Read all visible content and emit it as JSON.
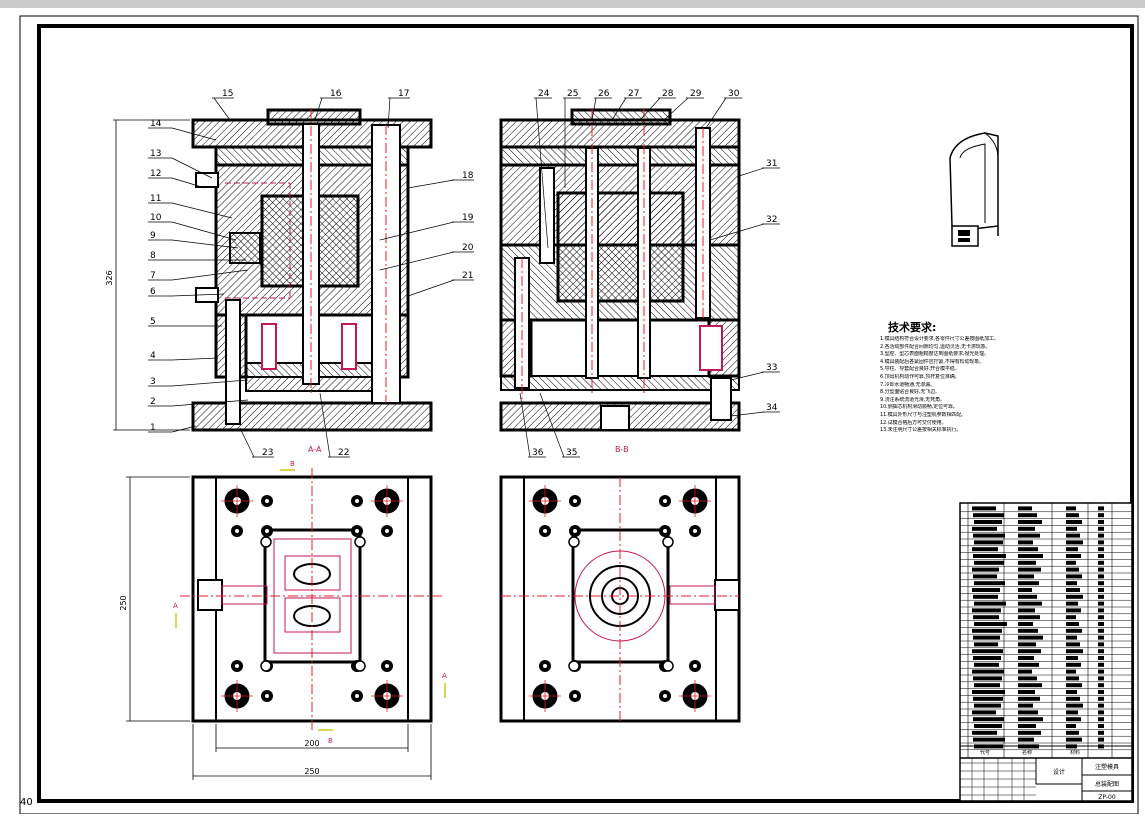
{
  "sheet": {
    "corner_mark": "40"
  },
  "views": {
    "section_a_label": "A-A",
    "section_b_label": "B-B",
    "cut_label_a": "A",
    "cut_label_b": "B"
  },
  "dimensions": {
    "height_main": "326",
    "height_plan": "250",
    "width_inner": "200",
    "width_outer": "250"
  },
  "part_numbers_left": [
    "15",
    "16",
    "17",
    "14",
    "13",
    "12",
    "11",
    "10",
    "9",
    "8",
    "7",
    "6",
    "5",
    "4",
    "3",
    "2",
    "1",
    "18",
    "19",
    "20",
    "21",
    "23",
    "22"
  ],
  "part_numbers_right": [
    "24",
    "25",
    "26",
    "27",
    "28",
    "29",
    "30",
    "31",
    "32",
    "33",
    "34",
    "36",
    "35"
  ],
  "technical_requirements": {
    "title": "技术要求:",
    "items": [
      "1.模具结构符合设计要求,各零件尺寸公差按图纸加工。",
      "2.各活动部件配合间隙均匀,运动灵活,无卡滞现象。",
      "3.型腔、型芯表面粗糙度达到图纸要求,抛光处理。",
      "4.模具装配后各紧固件应拧紧,不得有松动现象。",
      "5.导柱、导套配合良好,开合模平稳。",
      "6.顶出机构动作可靠,顶杆复位准确。",
      "7.冷却水道畅通,无渗漏。",
      "8.分型面贴合良好,无飞边。",
      "9.浇注系统流道光滑,无死角。",
      "10.侧抽芯机构滑动顺畅,定位可靠。",
      "11.模具外形尺寸与注塑机参数相匹配。",
      "12.试模合格后方可交付使用。",
      "13.未注明尺寸公差按相关标准执行。"
    ]
  },
  "title_block": {
    "col_header_1": "代号",
    "col_header_2": "名称",
    "col_header_3": "材料",
    "designer": "设计",
    "drawing_name": "注塑模具",
    "drawing_subtitle": "总装配图",
    "drawing_code": "ZP-00"
  },
  "colors": {
    "line": "#000000",
    "center_line": "#e0202a",
    "phantom": "#c2185b",
    "dim_yellow": "#d4c21a",
    "hatch": "#000000"
  }
}
